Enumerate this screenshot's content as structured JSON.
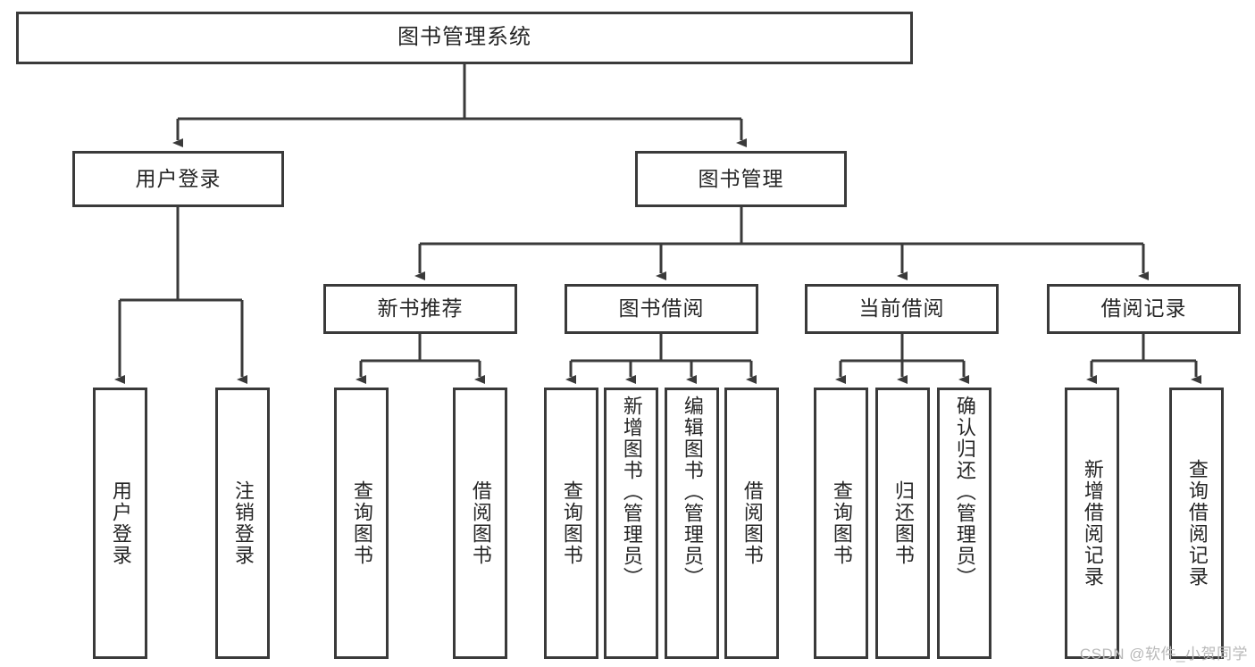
{
  "diagram": {
    "title": "图书管理系统",
    "type": "hierarchy-tree",
    "watermark": "CSDN @软件_小贺同学",
    "colors": {
      "stroke": "#3a3a3a",
      "text": "#262626",
      "background": "#ffffff",
      "watermark": "#b9b9b9"
    },
    "nodes": {
      "root": {
        "label": "图书管理系统"
      },
      "level2": [
        {
          "id": "user-login",
          "label": "用户登录"
        },
        {
          "id": "book-management",
          "label": "图书管理"
        }
      ],
      "level3": [
        {
          "id": "new-book-recommend",
          "label": "新书推荐"
        },
        {
          "id": "book-borrow",
          "label": "图书借阅"
        },
        {
          "id": "current-borrow",
          "label": "当前借阅"
        },
        {
          "id": "borrow-record",
          "label": "借阅记录"
        }
      ],
      "leaves": {
        "user-login": [
          {
            "id": "leaf-user-login",
            "label": "用户登录"
          },
          {
            "id": "leaf-user-logout",
            "label": "注销登录"
          }
        ],
        "new-book-recommend": [
          {
            "id": "leaf-query-book-1",
            "label": "查询图书"
          },
          {
            "id": "leaf-borrow-book-1",
            "label": "借阅图书"
          }
        ],
        "book-borrow": [
          {
            "id": "leaf-query-book-2",
            "label": "查询图书"
          },
          {
            "id": "leaf-add-book",
            "label": "新增图书（管理员）"
          },
          {
            "id": "leaf-edit-book",
            "label": "编辑图书（管理员）"
          },
          {
            "id": "leaf-borrow-book-2",
            "label": "借阅图书"
          }
        ],
        "current-borrow": [
          {
            "id": "leaf-query-book-3",
            "label": "查询图书"
          },
          {
            "id": "leaf-return-book",
            "label": "归还图书"
          },
          {
            "id": "leaf-confirm-return",
            "label": "确认归还（管理员）"
          }
        ],
        "borrow-record": [
          {
            "id": "leaf-add-record",
            "label": "新增借阅记录"
          },
          {
            "id": "leaf-query-record",
            "label": "查询借阅记录"
          }
        ]
      }
    }
  }
}
